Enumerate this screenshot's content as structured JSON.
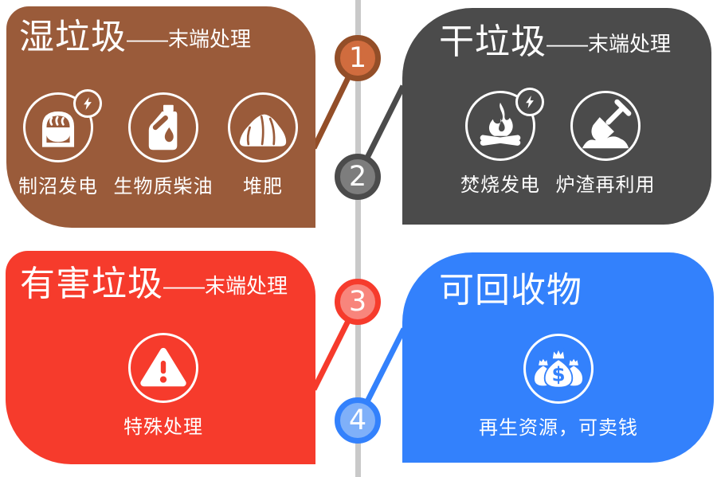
{
  "panels": {
    "wet": {
      "title": "湿垃圾",
      "title_suffix": "——末端处理",
      "color": "#9a5b3a",
      "items": [
        {
          "label": "制沼发电",
          "icon": "biogas-power-icon",
          "has_lightning_badge": true
        },
        {
          "label": "生物质柴油",
          "icon": "biodiesel-jug-icon",
          "has_lightning_badge": false
        },
        {
          "label": "堆肥",
          "icon": "compost-pile-icon",
          "has_lightning_badge": false
        }
      ]
    },
    "dry": {
      "title": "干垃圾",
      "title_suffix": "——末端处理",
      "color": "#4b4b4b",
      "items": [
        {
          "label": "焚烧发电",
          "icon": "incineration-fire-icon",
          "has_lightning_badge": true
        },
        {
          "label": "炉渣再利用",
          "icon": "slag-shovel-icon",
          "has_lightning_badge": false
        }
      ]
    },
    "harmful": {
      "title": "有害垃圾",
      "title_suffix": "——末端处理",
      "color": "#f63b2c",
      "items": [
        {
          "label": "特殊处理",
          "icon": "hazard-warning-icon",
          "has_lightning_badge": false
        }
      ]
    },
    "recyclable": {
      "title": "可回收物",
      "title_suffix": "",
      "color": "#3381fc",
      "items": [
        {
          "label": "再生资源，可卖钱",
          "icon": "money-bags-icon",
          "has_lightning_badge": false
        }
      ]
    }
  },
  "timeline": {
    "line_color": "#c9c9c9",
    "steps": [
      {
        "number": "1",
        "ring_color": "#934e28",
        "fill_color": "#d06c3e"
      },
      {
        "number": "2",
        "ring_color": "#4b4b4b",
        "fill_color": "#7d7d7d"
      },
      {
        "number": "3",
        "ring_color": "#f63b2c",
        "fill_color": "#f8857c"
      },
      {
        "number": "4",
        "ring_color": "#3381fc",
        "fill_color": "#7fb0f9"
      }
    ]
  }
}
